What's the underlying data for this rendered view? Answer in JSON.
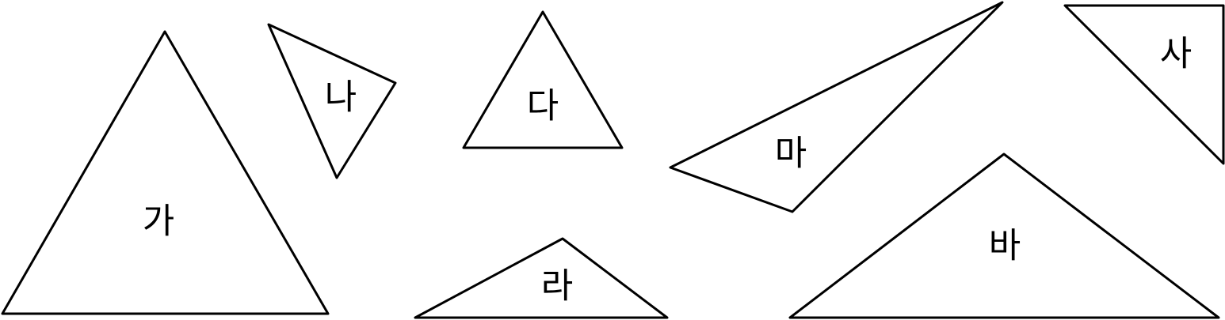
{
  "figure": {
    "stroke_color": "#000000",
    "background": "#ffffff",
    "triangles": [
      {
        "id": "ga",
        "label": "가"
      },
      {
        "id": "na",
        "label": "나"
      },
      {
        "id": "da",
        "label": "다"
      },
      {
        "id": "ra",
        "label": "라"
      },
      {
        "id": "ma",
        "label": "마"
      },
      {
        "id": "ba",
        "label": "바"
      },
      {
        "id": "sa",
        "label": "사"
      }
    ]
  }
}
